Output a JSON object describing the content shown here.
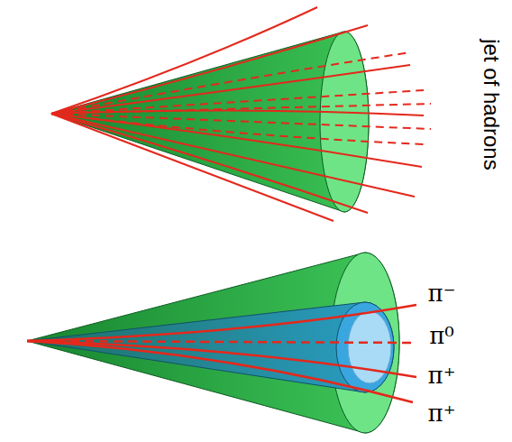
{
  "diagram": {
    "labels": [
      "jet of hadrons",
      "π⁻",
      "π⁰",
      "π⁺",
      "π⁺"
    ]
  }
}
